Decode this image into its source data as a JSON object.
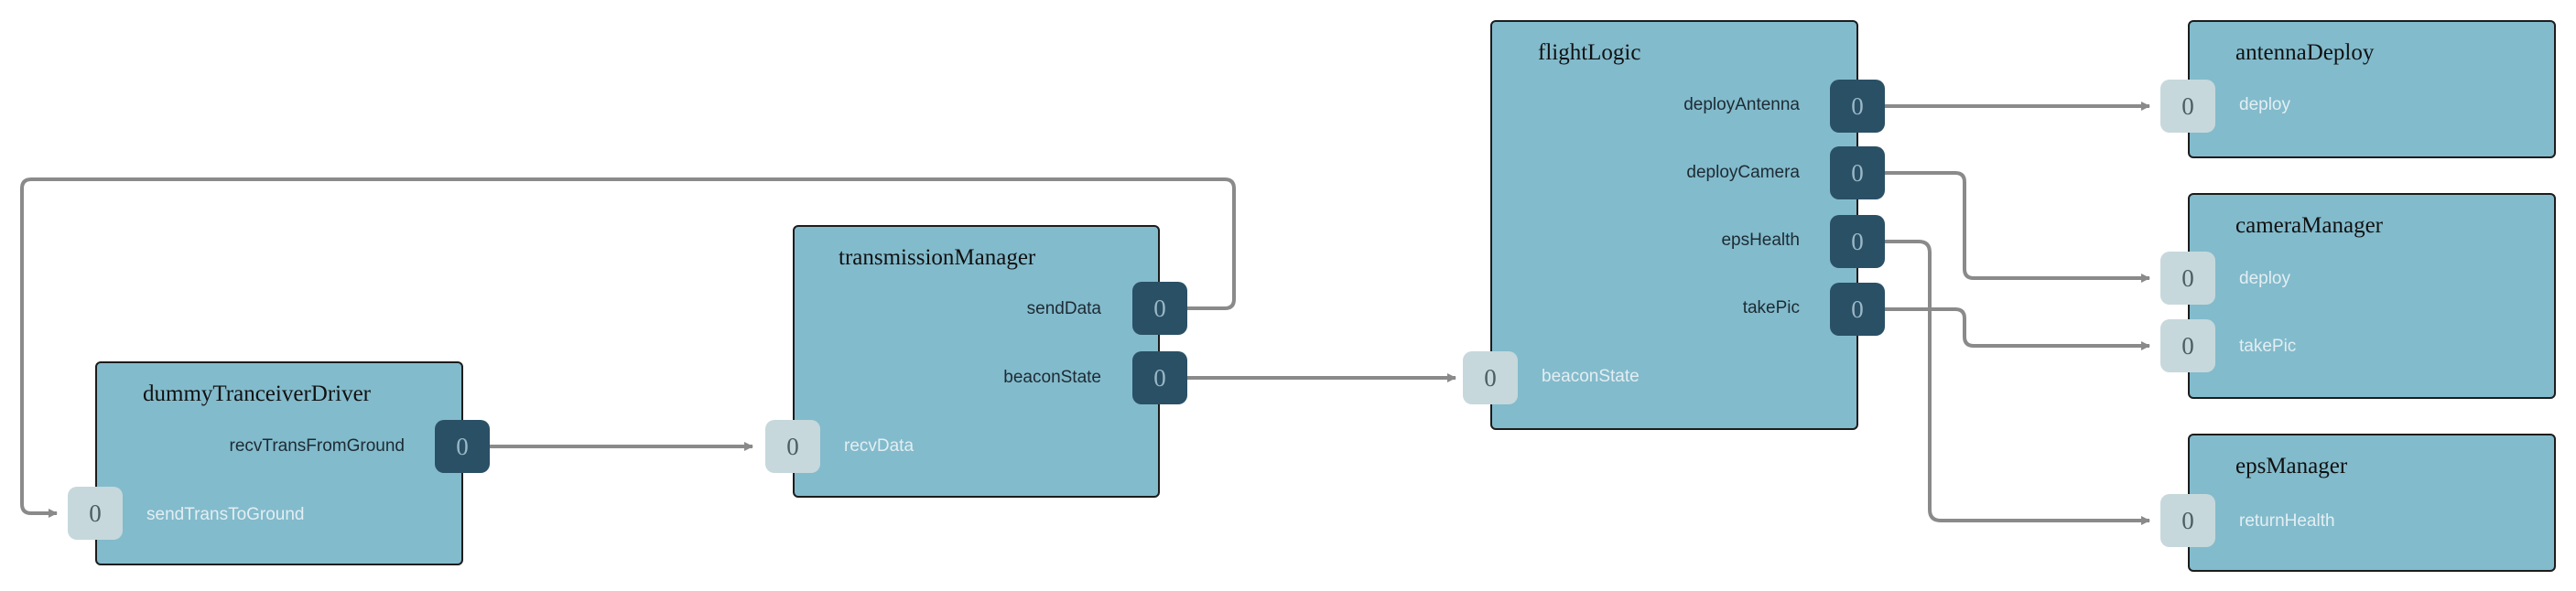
{
  "colors": {
    "node_fill": "#82bbcc",
    "output_port": "#2a5066",
    "input_port": "#c6d8db",
    "wire": "#8a8a8a"
  },
  "nodes": {
    "dummy": {
      "title": "dummyTranceiverDriver",
      "outputs": [
        {
          "name": "recvTransFromGround",
          "value": "0"
        }
      ],
      "inputs": [
        {
          "name": "sendTransToGround",
          "value": "0"
        }
      ]
    },
    "transmission": {
      "title": "transmissionManager",
      "outputs": [
        {
          "name": "sendData",
          "value": "0"
        },
        {
          "name": "beaconState",
          "value": "0"
        }
      ],
      "inputs": [
        {
          "name": "recvData",
          "value": "0"
        }
      ]
    },
    "flight": {
      "title": "flightLogic",
      "outputs": [
        {
          "name": "deployAntenna",
          "value": "0"
        },
        {
          "name": "deployCamera",
          "value": "0"
        },
        {
          "name": "epsHealth",
          "value": "0"
        },
        {
          "name": "takePic",
          "value": "0"
        }
      ],
      "inputs": [
        {
          "name": "beaconState",
          "value": "0"
        }
      ]
    },
    "antenna": {
      "title": "antennaDeploy",
      "inputs": [
        {
          "name": "deploy",
          "value": "0"
        }
      ]
    },
    "camera": {
      "title": "cameraManager",
      "inputs": [
        {
          "name": "deploy",
          "value": "0"
        },
        {
          "name": "takePic",
          "value": "0"
        }
      ]
    },
    "eps": {
      "title": "epsManager",
      "inputs": [
        {
          "name": "returnHealth",
          "value": "0"
        }
      ]
    }
  },
  "connections": [
    {
      "from": "dummyTranceiverDriver.recvTransFromGround",
      "to": "transmissionManager.recvData"
    },
    {
      "from": "transmissionManager.sendData",
      "to": "dummyTranceiverDriver.sendTransToGround"
    },
    {
      "from": "transmissionManager.beaconState",
      "to": "flightLogic.beaconState"
    },
    {
      "from": "flightLogic.deployAntenna",
      "to": "antennaDeploy.deploy"
    },
    {
      "from": "flightLogic.deployCamera",
      "to": "cameraManager.deploy"
    },
    {
      "from": "flightLogic.takePic",
      "to": "cameraManager.takePic"
    },
    {
      "from": "flightLogic.epsHealth",
      "to": "epsManager.returnHealth"
    }
  ]
}
